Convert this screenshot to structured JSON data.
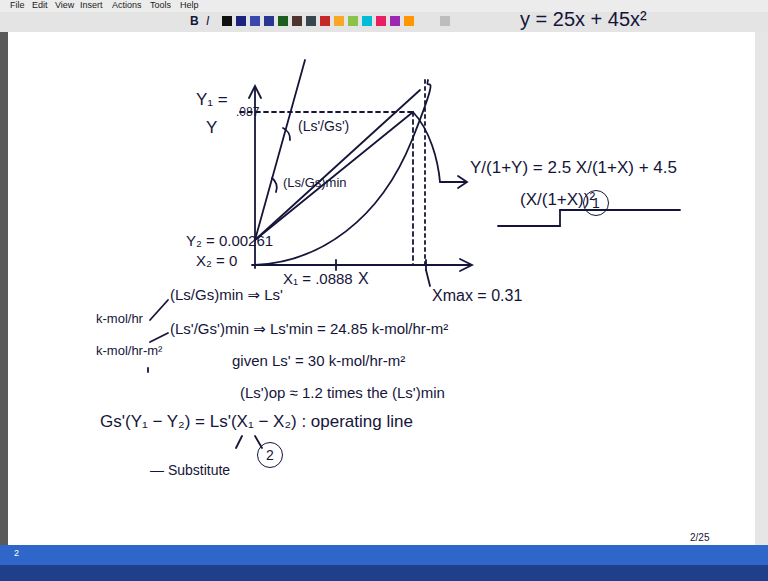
{
  "diagram": {
    "nodes": [
      {
        "text": [
          "1"
        ]
      },
      {
        "text": [
          "2"
        ]
      }
    ],
    "labels": [
      "File",
      "Edit",
      "View",
      "Insert",
      "Actions",
      "Tools",
      "Help",
      "B",
      "I",
      "Y₁ =",
      ".087",
      "Y",
      "(Ls'/Gs')",
      "(Ls/Gs)min",
      "Y₂ = 0.00261",
      "X₂ = 0",
      "X₁ = .0888",
      "X",
      "Xmax = 0.31",
      "y = 25x + 45x²",
      "Y/(1+Y) = 2.5 X/(1+X) + 4.5",
      "(X/(1+X))²",
      "(Ls/Gs)min ⇒ Ls'",
      "k-mol/hr",
      "(Ls'/Gs')min ⇒ Ls'min = 24.85 k-mol/hr-m²",
      "k-mol/hr-m²",
      "given Ls' = 30 k-mol/hr-m²",
      "(Ls')op ≈ 1.2 times the (Ls')min",
      "Gs'(Y₁ − Y₂) = Ls'(X₁ − X₂) : operating line",
      "— Substitute",
      "2/25",
      "2"
    ]
  }
}
